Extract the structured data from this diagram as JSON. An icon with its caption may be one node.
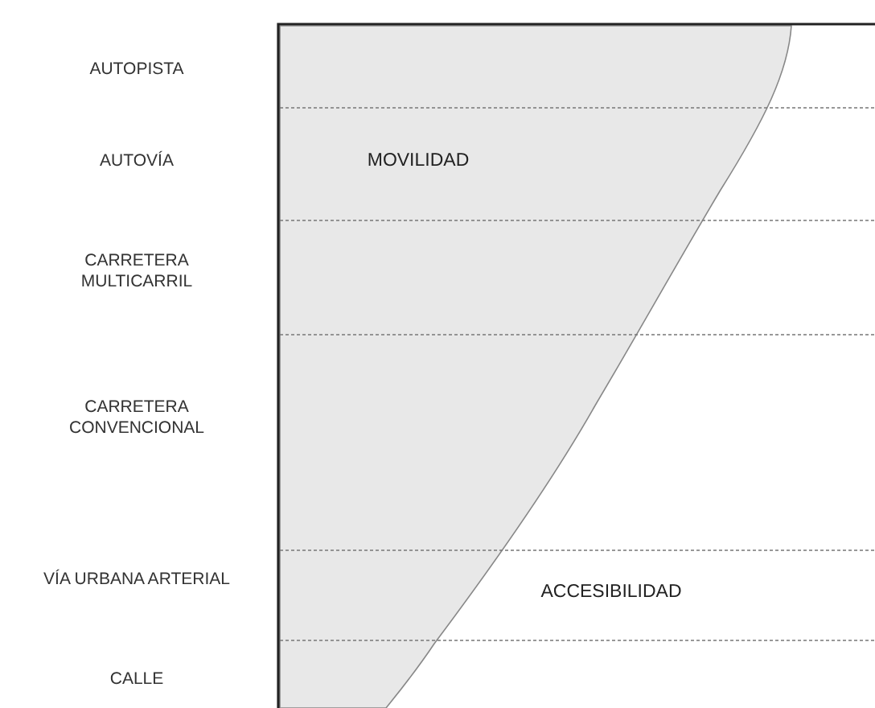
{
  "diagram": {
    "labels": [
      "AUTOPISTA",
      "AUTOVÍA",
      "CARRETERA MULTICARRIL",
      "CARRETERA CONVENCIONAL",
      "VÍA URBANA ARTERIAL",
      "CALLE",
      "MOVILIDAD",
      "ACCESIBILIDAD"
    ]
  }
}
